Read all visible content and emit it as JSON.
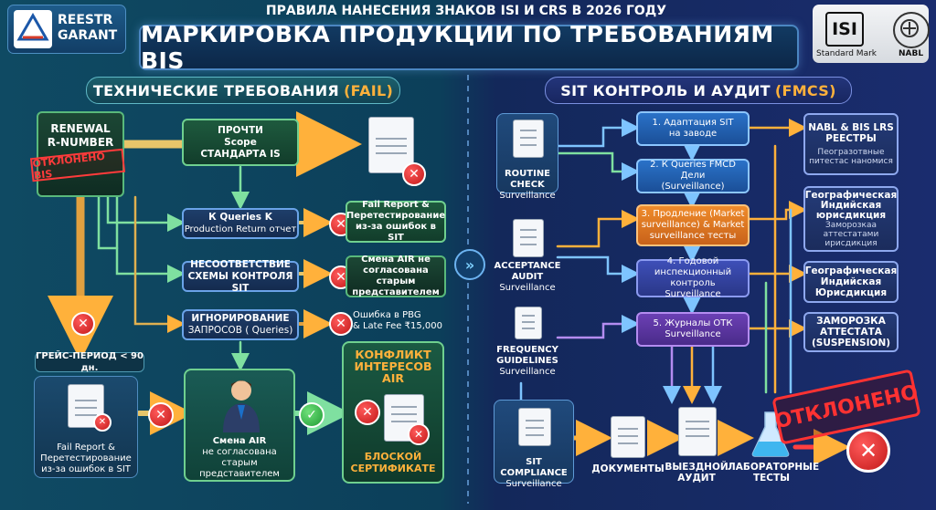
{
  "header": {
    "top_title": "ПРАВИЛА НАНЕСЕНИЯ ЗНАКОВ ISI И CRS В 2026 ГОДУ",
    "main_title": "МАРКИРОВКА ПРОДУКЦИИ ПО ТРЕБОВАНИЯМ BIS",
    "logo_line1": "REESTR",
    "logo_line2": "GARANT",
    "isi_mark": "ISI",
    "standard_mark": "Standard Mark",
    "nabl": "NABL"
  },
  "left": {
    "heading": "ТЕХНИЧЕСКИЕ ТРЕБОВАНИЯ",
    "heading_hl": "(FAIL)",
    "renewal_l1": "RENEWAL",
    "renewal_l2": "R-NUMBER",
    "rejected_stamp": "ОТКЛОНЕНО BIS",
    "scope_l1": "ПРОЧТИ",
    "scope_l2": "Scope",
    "scope_l3": "СТАНДАРТА IS",
    "queries_l1": "К Queries K",
    "queries_l2": "Production Return отчет",
    "mismatch_l1": "НЕСООТВЕТСТВИЕ",
    "mismatch_l2": "СХЕМЫ КОНТРОЛЯ SIT",
    "ignore_l1": "ИГНОРИРОВАНИЕ",
    "ignore_l2": "ЗАПРОСОВ ( Queries)",
    "fail_report_l1": "Fail Report &",
    "fail_report_l2": "Перетестирование",
    "fail_report_l3": "из-за ошибок в SIT",
    "air_change_l1": "Смена AIR не",
    "air_change_l2": "согласована старым",
    "air_change_l3": "представителем",
    "pbg_l1": "Ошибка в PBG",
    "pbg_l2": "& Late Fee ₹15,000",
    "grace": "ГРЕЙС-ПЕРИОД < 90 дн.",
    "bottom_fail_l1": "Fail Report &",
    "bottom_fail_l2": "Перетестирование",
    "bottom_fail_l3": "из-за ошибок в SIT",
    "person_l1": "Смена AIR",
    "person_l2": "не согласована старым",
    "person_l3": "представителем",
    "conflict_l1": "КОНФЛИКТ",
    "conflict_l2": "ИНТЕРЕСОВ",
    "conflict_l3": "AIR",
    "block_l1": "БЛОСКОЙ",
    "block_l2": "СЕРТИФИКАТЕ"
  },
  "right": {
    "heading": "SIT КОНТРОЛЬ И АУДИТ",
    "heading_hl": "(FMCS)",
    "routine_l1": "ROUTINE CHECK",
    "routine_l2": "Surveillance",
    "acceptance_l1": "ACCEPTANCE",
    "acceptance_l2": "AUDIT",
    "acceptance_l3": "Surveillance",
    "frequency_l1": "FREQUENCY",
    "frequency_l2": "GUIDELINES",
    "frequency_l3": "Surveillance",
    "compliance_l1": "SIT COMPLIANCE",
    "compliance_l2": "Surveillance",
    "step1_l1": "1. Адаптация SIT",
    "step1_l2": "на заводе",
    "step2_l1": "2. К Queries FMCD Дели",
    "step2_l2": "(Surveillance)",
    "step3_l1": "3. Продление (Market",
    "step3_l2": "surveillance) & Market",
    "step3_l3": "surveillance тесты",
    "step4_l1": "4. Годовой",
    "step4_l2": "инспекционный контроль",
    "step4_l3": "Surveillance",
    "step5_l1": "5. Журналы ОТК",
    "step5_l2": "Surveillance",
    "reg1_l1": "NABL & BIS LRS",
    "reg1_l2": "РЕЕСТРЫ",
    "reg1_s1": "Пеогразотвные",
    "reg1_s2": "питестас наномися",
    "reg2_l1": "Географическая",
    "reg2_l2": "Индийская",
    "reg2_l3": "юрисдикция",
    "reg2_s1": "Заморозкаа",
    "reg2_s2": "аттестатами",
    "reg2_s3": "ирисдикция",
    "reg3_l1": "Географическая",
    "reg3_l2": "Индийская",
    "reg3_l3": "Юрисдикция",
    "reg4_l1": "ЗАМОРОЗКА",
    "reg4_l2": "АТТЕСТАТА",
    "reg4_l3": "(SUSPENSION)",
    "docs": "ДОКУМЕНТЫ",
    "audit_l1": "ВЫЕЗДНОЙ",
    "audit_l2": "АУДИТ",
    "lab_l1": "ЛАБОРАТОРНЫЕ",
    "lab_l2": "ТЕСТЫ",
    "rejected": "ОТКЛОНЕНО"
  },
  "colors": {
    "accent_orange": "#ffb13b",
    "green_border": "#6fd08f",
    "blue_border": "#8cc6ff",
    "reject_red": "#ff3232"
  }
}
